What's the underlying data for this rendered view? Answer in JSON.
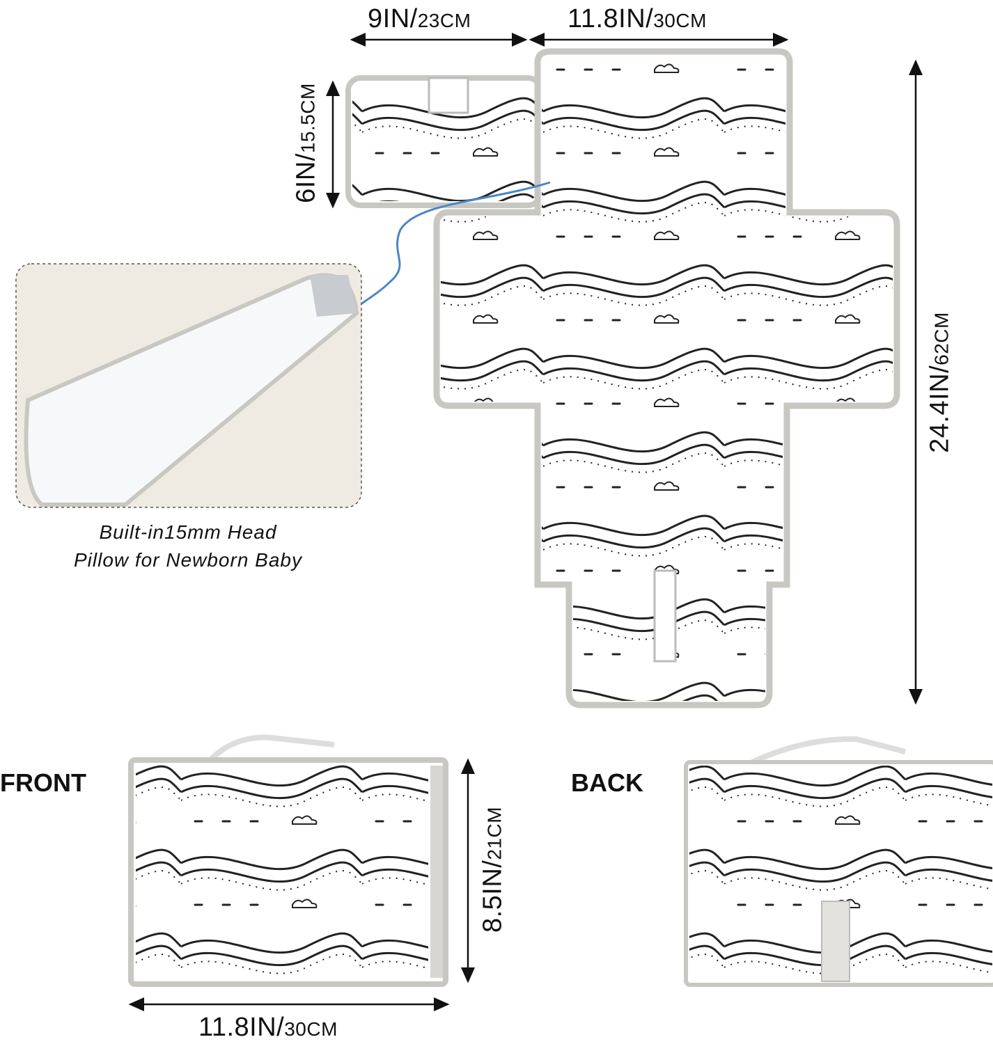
{
  "dimensions": {
    "small_pad_width": {
      "in": "9IN/",
      "cm": "23CM"
    },
    "mat_width": {
      "in": "11.8IN/",
      "cm": "30CM"
    },
    "small_pad_height": {
      "in": "6IN/",
      "cm": "15.5CM"
    },
    "mat_length": {
      "in": "24.4IN/",
      "cm": "62CM"
    },
    "folded_height": {
      "in": "8.5IN/",
      "cm": "21CM"
    },
    "folded_width": {
      "in": "11.8IN/",
      "cm": "30CM"
    }
  },
  "pillow_caption": {
    "line1": "Built-in15mm Head",
    "line2": "Pillow for Newborn Baby"
  },
  "views": {
    "front": "FRONT",
    "back": "BACK"
  },
  "colors": {
    "trim": "#c9c7c2",
    "arrow_blue": "#4a86c5",
    "pillow_bg": "#efeae2"
  }
}
